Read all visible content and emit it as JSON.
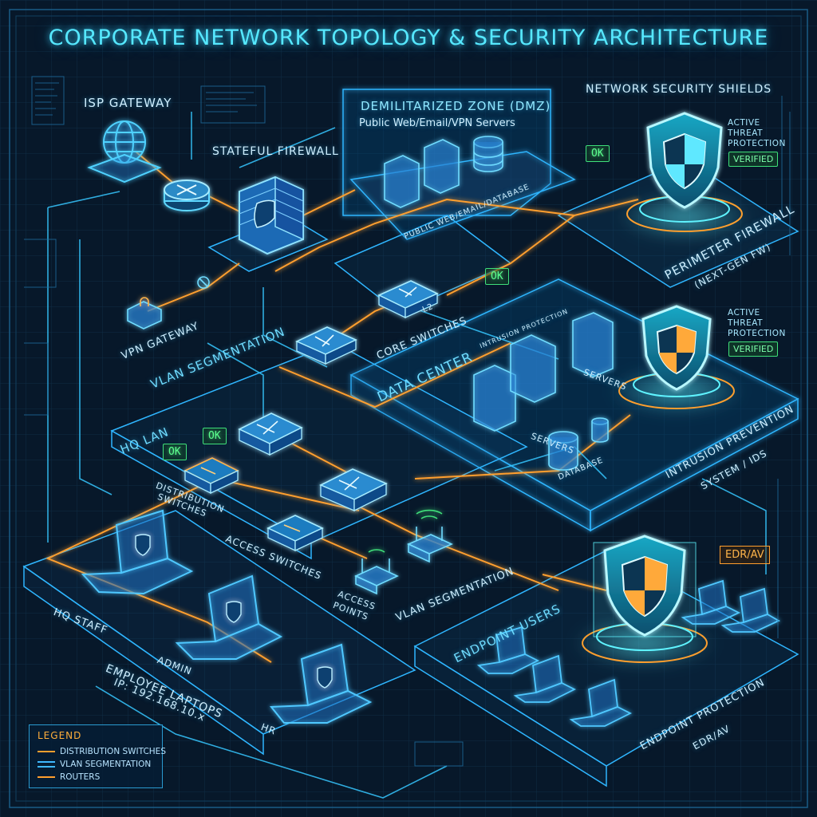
{
  "title": "CORPORATE NETWORK TOPOLOGY & SECURITY ARCHITECTURE",
  "labels": {
    "isp_gateway": "ISP GATEWAY",
    "stateful_firewall": "STATEFUL FIREWALL",
    "dmz_title": "DEMILITARIZED ZONE (DMZ)",
    "dmz_subtitle": "Public Web/Email/VPN Servers",
    "dmz_platform": "PUBLIC WEB/EMAIL/DATABASE",
    "network_security_shields": "NETWORK SECURITY SHIELDS",
    "perimeter_firewall": "PERIMETER FIREWALL",
    "next_gen_fw": "(NEXT-GEN FW)",
    "vpn_gateway": "VPN GATEWAY",
    "vlan_segmentation_top": "VLAN SEGMENTATION",
    "core_switches": "CORE SWITCHES",
    "core_tag": "L2",
    "data_center": "DATA CENTER",
    "intrusion_tag": "INTRUSION PROTECTION",
    "servers_1": "SERVERS",
    "servers_2": "SERVERS",
    "database": "DATABASE",
    "ips_line1": "INTRUSION PREVENTION",
    "ips_line2": "SYSTEM / IDS",
    "hq_lan": "HQ LAN",
    "distribution_line1": "DISTRIBUTION",
    "distribution_line2": "SWITCHES",
    "access_switches": "ACCESS SWITCHES",
    "access_line1": "ACCESS",
    "access_line2": "POINTS",
    "vlan_segmentation_bottom": "VLAN SEGMENTATION",
    "hq_staff": "HQ STAFF",
    "admin": "ADMIN",
    "employee_laptops": "EMPLOYEE LAPTOPS",
    "ip_range": "IP: 192.168.10.x",
    "hr": "HR",
    "endpoint_users": "ENDPOINT USERS",
    "endpoint_protection": "ENDPOINT PROTECTION",
    "edr_av_bottom": "EDR/AV",
    "edr_av_tag": "EDR/AV"
  },
  "badges": {
    "ok_1": "OK",
    "ok_2": "OK",
    "ok_3": "OK",
    "ok_4": "OK"
  },
  "shields": [
    {
      "line1": "ACTIVE",
      "line2": "THREAT",
      "line3": "PROTECTION",
      "status": "VERIFIED"
    },
    {
      "line1": "ACTIVE",
      "line2": "THREAT",
      "line3": "PROTECTION",
      "status": "VERIFIED"
    }
  ],
  "legend": {
    "title": "LEGEND",
    "items": [
      {
        "label": "DISTRIBUTION SWITCHES",
        "color": "#ff9f2e"
      },
      {
        "label": "VLAN SEGMENTATION",
        "color": "#3fb8ff"
      },
      {
        "label": "ROUTERS",
        "color": "#ff9f2e"
      }
    ]
  },
  "colors": {
    "background": "#07182a",
    "cyan": "#39d3ff",
    "orange": "#ff9f2e",
    "green_ok": "#3fe07a"
  }
}
